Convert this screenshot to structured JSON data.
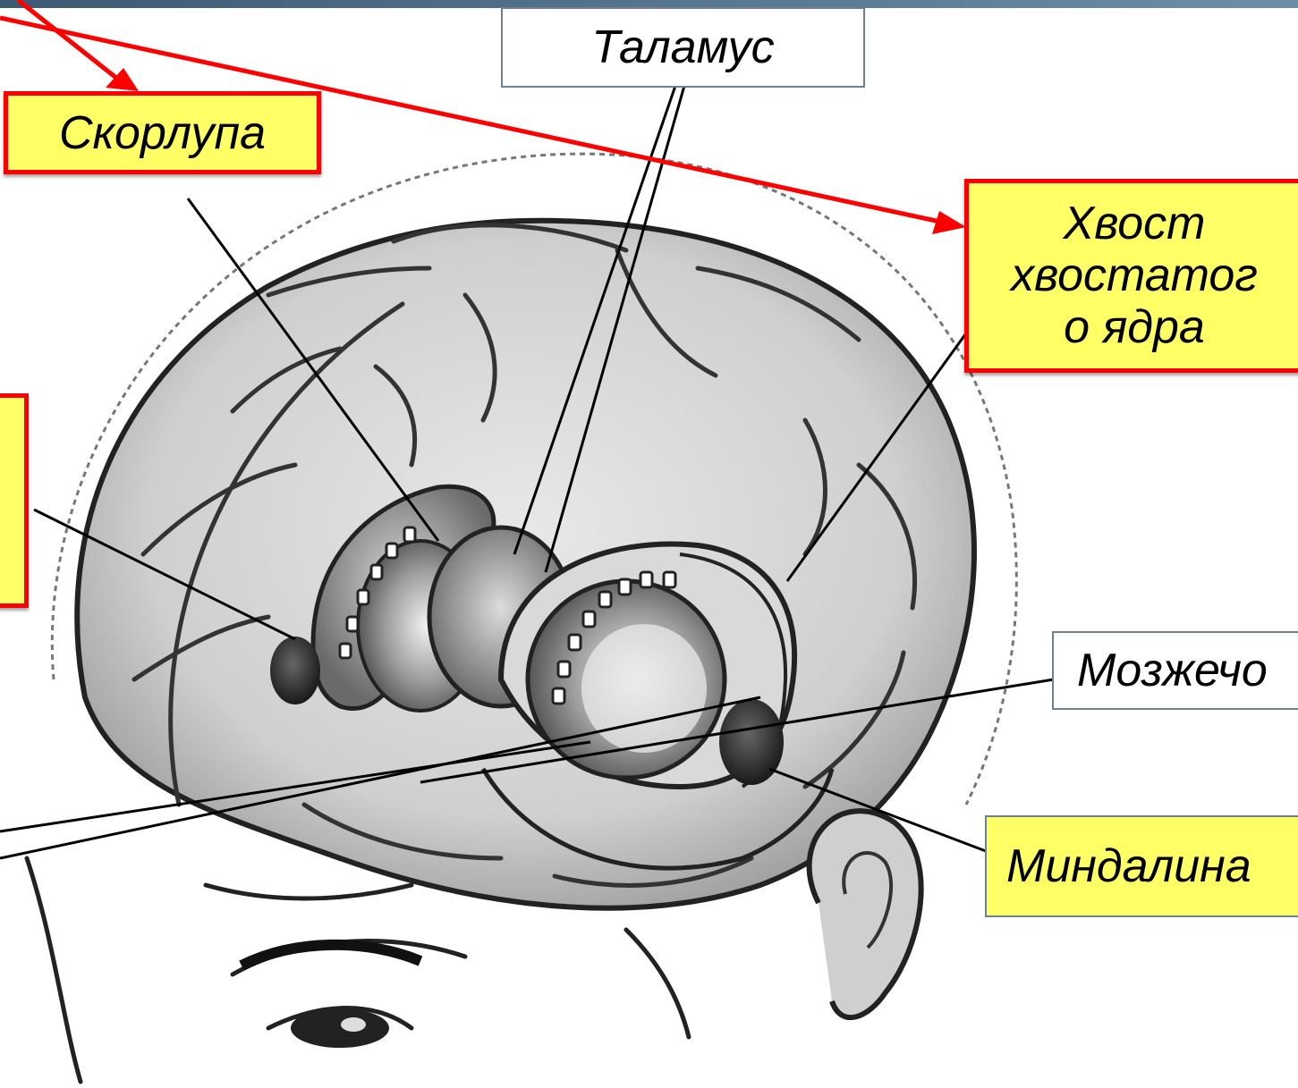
{
  "labels": {
    "talamus": "Таламус",
    "skorlupa": "Скорлупа",
    "hvost_line1": "Хвост",
    "hvost_line2": "хвостатог",
    "hvost_line3": "о ядра",
    "mozhechok": "Мозжечо",
    "mindalina": "Миндалина"
  },
  "colors": {
    "label_fill": "#ffff66",
    "highlight_border": "#ff0000",
    "plain_border": "#6f7f8c",
    "arrow": "#ff0000",
    "header_bar": "#4a6782"
  }
}
